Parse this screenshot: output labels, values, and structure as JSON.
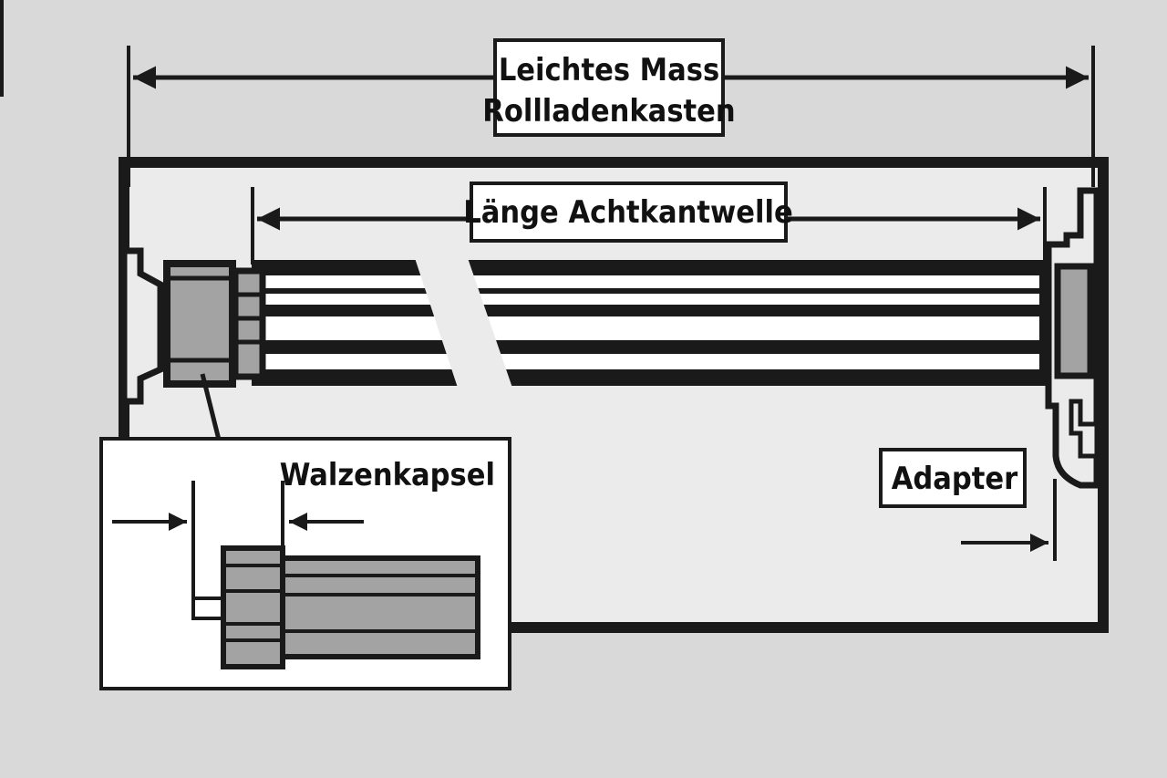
{
  "labels": {
    "box_width_line1": "Leichtes Mass",
    "box_width_line2": "Rollladenkasten",
    "shaft_length": "Länge Achtkantwelle",
    "roller_capsule": "Walzenkapsel",
    "adapter": "Adapter"
  },
  "colors": {
    "background": "#d9d9d9",
    "box_fill": "#ebebeb",
    "line": "#1a1a1a",
    "component_fill": "#a3a3a3",
    "label_fill": "#ffffff"
  }
}
